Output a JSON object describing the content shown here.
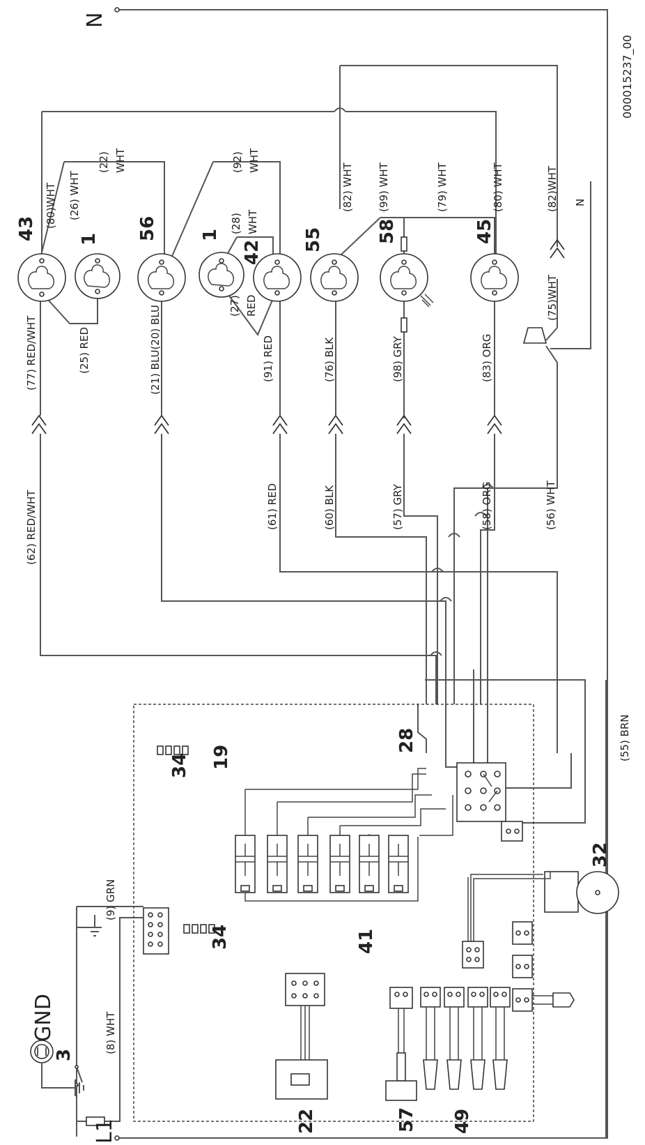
{
  "header": {
    "doc_id": "000015237_00",
    "neutral": "N",
    "line": "L1",
    "ground": "GND"
  },
  "components": {
    "c43": "43",
    "c1a": "1",
    "c56": "56",
    "c1b": "1",
    "c42": "42",
    "c55": "55",
    "c58": "58",
    "c45": "45",
    "c28": "28",
    "c19": "19",
    "c34a": "34",
    "c34b": "34",
    "c3": "3",
    "c41": "41",
    "c32": "32",
    "c22": "22",
    "c57": "57",
    "c49": "49"
  },
  "wires": {
    "w80a": "(80)WHT",
    "w26": "(26) WHT",
    "w22": "(22)",
    "wht_a": "WHT",
    "w92": "(92)",
    "wht_b": "WHT",
    "w28": "(28)",
    "wht_c": "WHT",
    "w82a": "(82) WHT",
    "w99": "(99) WHT",
    "w79": "(79) WHT",
    "w80b": "(80) WHT",
    "w82b": "(82)WHT",
    "n_mid": "N",
    "w75": "(75)WHT",
    "w77": "(77) RED/WHT",
    "w25": "(25) RED",
    "w21": "(21) BLU(20) BLU",
    "w27": "(27)",
    "red_a": "RED",
    "w91": "(91) RED",
    "w76": "(76) BLK",
    "w98": "(98) GRY",
    "w83": "(83) ORG",
    "w62": "(62) RED/WHT",
    "w61": "(61) RED",
    "w60": "(60) BLK",
    "w57": "(57) GRY",
    "w58": "(58) ORG",
    "w56": "(56) WHT",
    "w55": "(55) BRN",
    "w9": "(9) GRN",
    "w8": "(8) WHT"
  }
}
